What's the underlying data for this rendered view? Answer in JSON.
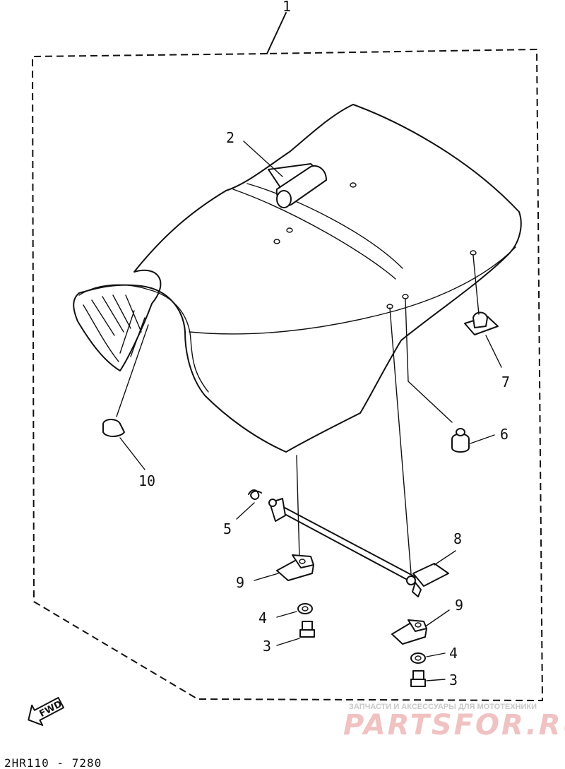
{
  "diagram": {
    "assembly_label": "1",
    "part_labels": {
      "p2": "2",
      "p3a": "3",
      "p3b": "3",
      "p4a": "4",
      "p4b": "4",
      "p5": "5",
      "p6": "6",
      "p7": "7",
      "p8": "8",
      "p9a": "9",
      "p9b": "9",
      "p10": "10"
    },
    "fwd_label": "FWD",
    "drawing_code": "2HR110 - 7280"
  },
  "watermark": {
    "caption": "ЗАПЧАСТИ И АКСЕССУАРЫ ДЛЯ МОТОТЕХНИКИ",
    "brand": "PARTSFOR.RU"
  }
}
